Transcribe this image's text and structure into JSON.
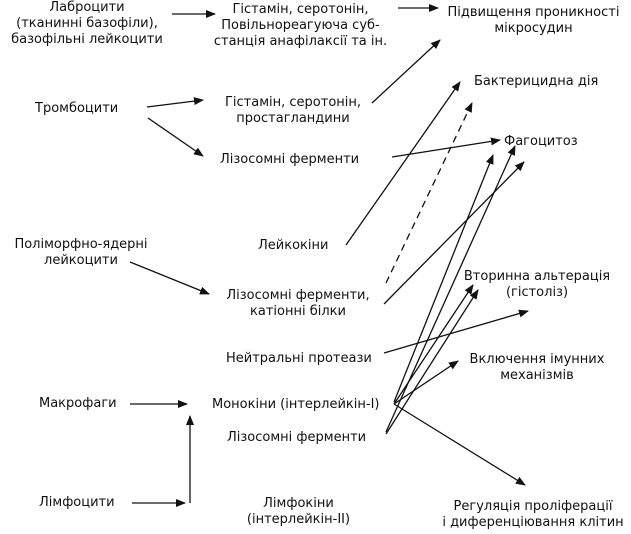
{
  "colors": {
    "text": "#111111",
    "arrow": "#111111",
    "background": "#ffffff"
  },
  "cells": {
    "labrocytes": [
      "Лаброцити",
      "(тканинні базофіли),",
      "базофільні лейкоцити"
    ],
    "thrombocytes": [
      "Тромбоцити"
    ],
    "polymorphonuclear": [
      "Поліморфно-ядерні",
      "лейкоцити"
    ],
    "macrophages": [
      "Макрофаги"
    ],
    "lymphocytes": [
      "Лімфоцити"
    ]
  },
  "mediators": {
    "histamine_srs": [
      "Гістамін, серотонін,",
      "Повільнореагуюча суб-",
      "станція анафілаксії та ін."
    ],
    "histamine_prostaglandins": [
      "Гістамін, серотонін,",
      "простагландини"
    ],
    "lysosomal_enzymes_1": [
      "Лізосомні ферменти"
    ],
    "leukokinins": [
      "Лейкокіни"
    ],
    "lysosomal_cationic": [
      "Лізосомні ферменти,",
      "катіонні білки"
    ],
    "neutral_proteases": [
      "Нейтральні протеази"
    ],
    "monokines": [
      "Монокіни (інтерлейкін-І)"
    ],
    "lysosomal_enzymes_2": [
      "Лізосомні ферменти"
    ],
    "lymphokines": [
      "Лімфокіни",
      "(інтерлейкін-ІІ)"
    ]
  },
  "effects": {
    "permeability": [
      "Підвищення проникності",
      "мікросудин"
    ],
    "bactericidal": [
      "Бактерицидна дія"
    ],
    "phagocytosis": [
      "Фагоцитоз"
    ],
    "secondary_alteration": [
      "Вторинна альтерація",
      "(гістоліз)"
    ],
    "immune_inclusion": [
      "Включення імунних",
      "механізмів"
    ],
    "regulation": [
      "Регуляція проліферації",
      "і диференціювання клітин"
    ]
  }
}
